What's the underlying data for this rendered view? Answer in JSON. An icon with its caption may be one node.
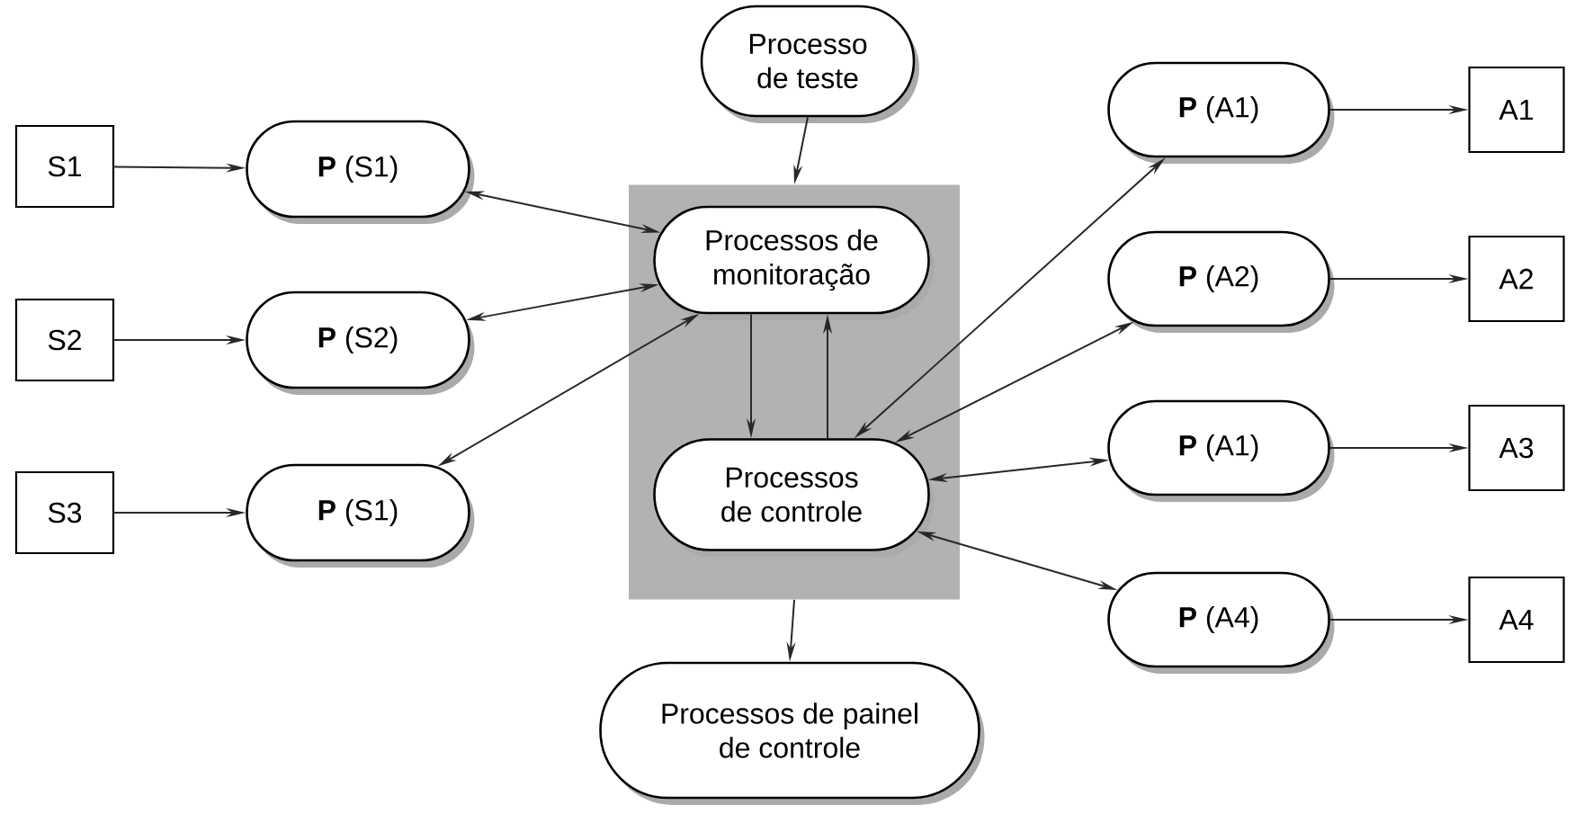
{
  "diagram": {
    "nodes": [
      {
        "text": [
          "S1"
        ]
      },
      {
        "text": [
          "**P** (S1)"
        ]
      },
      {
        "text": [
          "S2"
        ]
      },
      {
        "text": [
          "**P** (S2)"
        ]
      },
      {
        "text": [
          "S3"
        ]
      },
      {
        "text": [
          "**P** (S1)"
        ]
      },
      {
        "text": [
          "Processo de teste"
        ]
      },
      {
        "text": [],
        "shape": "box"
      },
      {
        "text": [
          "Processos de monitoração"
        ],
        "in": 7
      },
      {
        "text": [
          "Processos de controle"
        ],
        "in": 7
      },
      {
        "text": [
          "Processos de painel de controle"
        ]
      },
      {
        "text": [
          "**P** (A1)"
        ]
      },
      {
        "text": [
          "A1"
        ]
      },
      {
        "text": [
          "**P** (A2)"
        ]
      },
      {
        "text": [
          "A2"
        ]
      },
      {
        "text": [
          "**P** (A1)"
        ]
      },
      {
        "text": [
          "A3"
        ]
      },
      {
        "text": [
          "**P** (A4)"
        ]
      },
      {
        "text": [
          "A4"
        ]
      }
    ],
    "edges": [
      {
        "from": 0,
        "to": 1,
        "arrow": "to"
      },
      {
        "from": 2,
        "to": 3,
        "arrow": "to"
      },
      {
        "from": 4,
        "to": 5,
        "arrow": "to"
      },
      {
        "from": 1,
        "to": 8,
        "arrow": "both"
      },
      {
        "from": 3,
        "to": 8,
        "arrow": "both"
      },
      {
        "from": 5,
        "to": 8,
        "arrow": "both"
      },
      {
        "from": 6,
        "to": 7,
        "arrow": "to"
      },
      {
        "from": 8,
        "to": 9,
        "arrow": "to"
      },
      {
        "from": 9,
        "to": 8,
        "arrow": "to"
      },
      {
        "from": 7,
        "to": 10,
        "arrow": "to"
      },
      {
        "from": 9,
        "to": 11,
        "arrow": "both"
      },
      {
        "from": 9,
        "to": 13,
        "arrow": "both"
      },
      {
        "from": 9,
        "to": 15,
        "arrow": "both"
      },
      {
        "from": 9,
        "to": 17,
        "arrow": "both"
      },
      {
        "from": 11,
        "to": 12,
        "arrow": "to"
      },
      {
        "from": 13,
        "to": 14,
        "arrow": "to"
      },
      {
        "from": 15,
        "to": 16,
        "arrow": "to"
      },
      {
        "from": 17,
        "to": 18,
        "arrow": "to"
      }
    ]
  }
}
